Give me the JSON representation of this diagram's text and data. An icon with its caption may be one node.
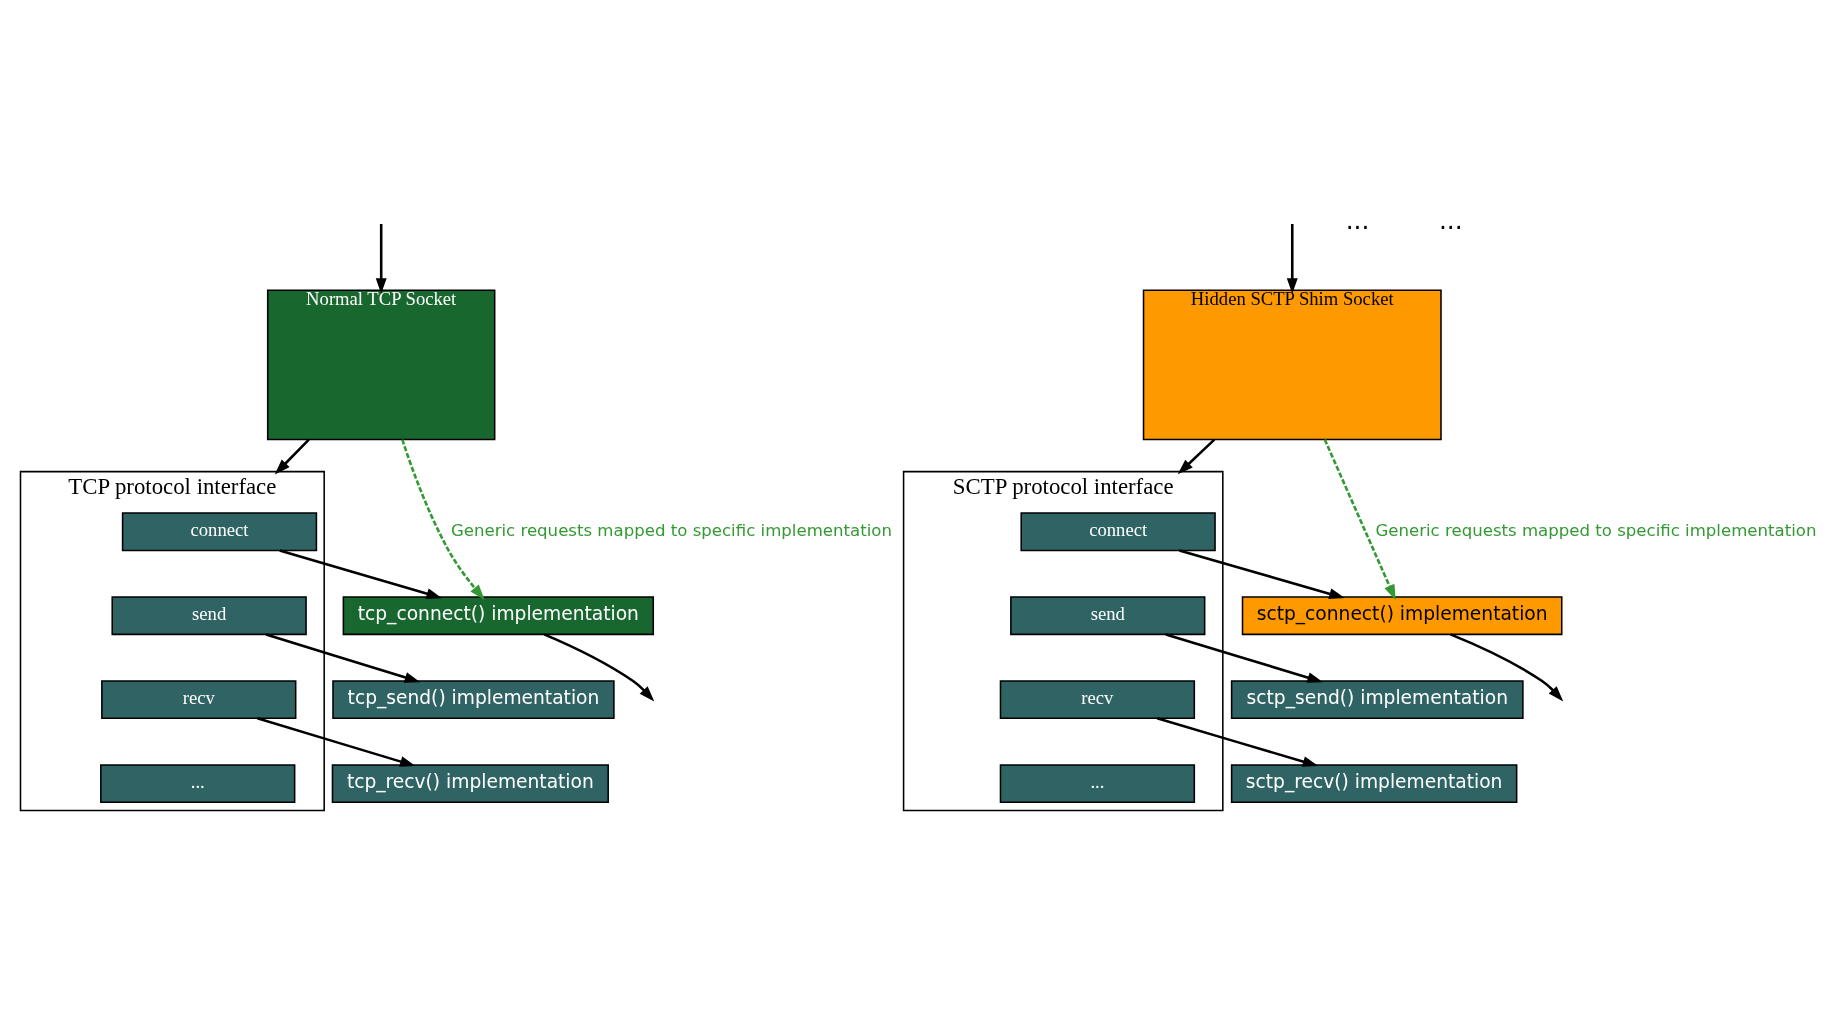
{
  "diagram": {
    "nodes": [
      {
        "text": [
          "Normal TCP Socket"
        ]
      },
      {
        "text": [
          "Hidden SCTP Shim Socket"
        ]
      },
      {
        "text": [
          "TCP protocol interface"
        ]
      },
      {
        "text": [
          "connect"
        ],
        "in": 2
      },
      {
        "text": [
          "send"
        ],
        "in": 2
      },
      {
        "text": [
          "recv"
        ],
        "in": 2
      },
      {
        "text": [
          "..."
        ],
        "in": 2
      },
      {
        "text": [
          "tcp_connect() implementation"
        ]
      },
      {
        "text": [
          "tcp_send() implementation"
        ]
      },
      {
        "text": [
          "tcp_recv() implementation"
        ]
      },
      {
        "text": [
          "SCTP protocol interface"
        ]
      },
      {
        "text": [
          "connect"
        ],
        "in": 10
      },
      {
        "text": [
          "send"
        ],
        "in": 10
      },
      {
        "text": [
          "recv"
        ],
        "in": 10
      },
      {
        "text": [
          "..."
        ],
        "in": 10
      },
      {
        "text": [
          "sctp_connect() implementation"
        ]
      },
      {
        "text": [
          "sctp_send() implementation"
        ]
      },
      {
        "text": [
          "sctp_recv() implementation"
        ]
      }
    ],
    "edges": [
      {
        "from": null,
        "to": 0,
        "arrow": "to"
      },
      {
        "from": 0,
        "to": 2,
        "arrow": "to"
      },
      {
        "from": 0,
        "to": 7,
        "arrow": "to",
        "label": "Generic requests mapped to specific implementation",
        "style": "dashed",
        "color": "#339933"
      },
      {
        "from": 3,
        "to": 7,
        "arrow": "to"
      },
      {
        "from": 4,
        "to": 8,
        "arrow": "to"
      },
      {
        "from": 5,
        "to": 9,
        "arrow": "to"
      },
      {
        "from": 7,
        "to": null,
        "arrow": "to"
      },
      {
        "from": null,
        "to": 1,
        "arrow": "to"
      },
      {
        "from": 1,
        "to": 10,
        "arrow": "to"
      },
      {
        "from": 1,
        "to": 15,
        "arrow": "to",
        "label": "Generic requests mapped to specific implementation",
        "style": "dashed",
        "color": "#339933"
      },
      {
        "from": 11,
        "to": 15,
        "arrow": "to"
      },
      {
        "from": 12,
        "to": 16,
        "arrow": "to"
      },
      {
        "from": 13,
        "to": 17,
        "arrow": "to"
      },
      {
        "from": 15,
        "to": null,
        "arrow": "to"
      }
    ],
    "labels": [
      "...",
      "..."
    ]
  }
}
